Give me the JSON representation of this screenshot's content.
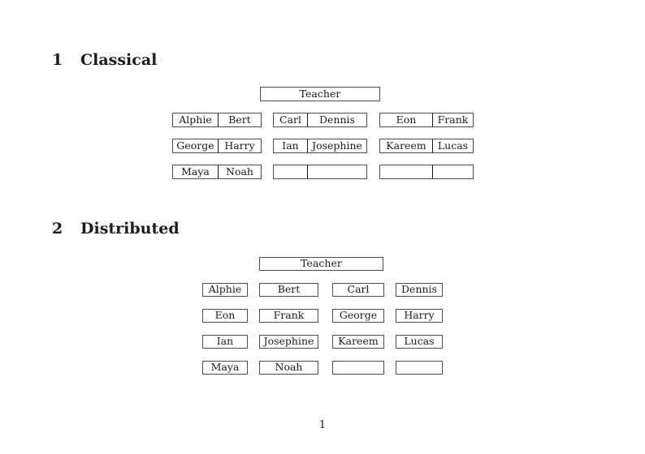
{
  "page": {
    "number": "1"
  },
  "colors": {
    "ink": "#1c1c1c",
    "box_border": "#4d4d4d",
    "seat_divider": "#161616",
    "background": "#ffffff"
  },
  "classical": {
    "heading_number": "1",
    "heading_title": "Classical",
    "teacher_label": "Teacher",
    "rows": [
      [
        [
          "Alphie",
          "Bert"
        ],
        [
          "Carl",
          "Dennis"
        ],
        [
          "Eon",
          "Frank"
        ]
      ],
      [
        [
          "George",
          "Harry"
        ],
        [
          "Ian",
          "Josephine"
        ],
        [
          "Kareem",
          "Lucas"
        ]
      ],
      [
        [
          "Maya",
          "Noah"
        ],
        [
          "",
          ""
        ],
        [
          "",
          ""
        ]
      ]
    ]
  },
  "distributed": {
    "heading_number": "2",
    "heading_title": "Distributed",
    "teacher_label": "Teacher",
    "rows": [
      [
        "Alphie",
        "Bert",
        "Carl",
        "Dennis"
      ],
      [
        "Eon",
        "Frank",
        "George",
        "Harry"
      ],
      [
        "Ian",
        "Josephine",
        "Kareem",
        "Lucas"
      ],
      [
        "Maya",
        "Noah",
        "",
        ""
      ]
    ]
  }
}
